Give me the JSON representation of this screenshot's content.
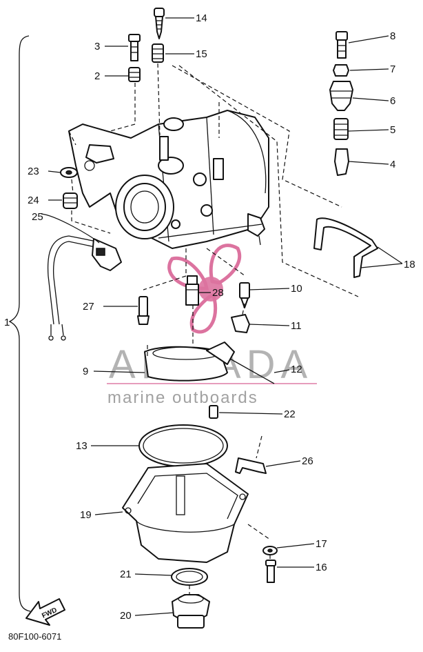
{
  "diagram": {
    "code": "80F100-6071",
    "group_label": "1",
    "fwd_label": "FWD",
    "watermark": {
      "brand": "ARMADA",
      "tagline": "marine outboards",
      "accent_color": "#d65b8f"
    },
    "callouts": [
      {
        "id": "c2",
        "label": "2"
      },
      {
        "id": "c3",
        "label": "3"
      },
      {
        "id": "c4",
        "label": "4"
      },
      {
        "id": "c5",
        "label": "5"
      },
      {
        "id": "c6",
        "label": "6"
      },
      {
        "id": "c7",
        "label": "7"
      },
      {
        "id": "c8",
        "label": "8"
      },
      {
        "id": "c9",
        "label": "9"
      },
      {
        "id": "c10",
        "label": "10"
      },
      {
        "id": "c11",
        "label": "11"
      },
      {
        "id": "c12",
        "label": "12"
      },
      {
        "id": "c13",
        "label": "13"
      },
      {
        "id": "c14",
        "label": "14"
      },
      {
        "id": "c15",
        "label": "15"
      },
      {
        "id": "c16",
        "label": "16"
      },
      {
        "id": "c17",
        "label": "17"
      },
      {
        "id": "c18",
        "label": "18"
      },
      {
        "id": "c19",
        "label": "19"
      },
      {
        "id": "c20",
        "label": "20"
      },
      {
        "id": "c21",
        "label": "21"
      },
      {
        "id": "c22",
        "label": "22"
      },
      {
        "id": "c23",
        "label": "23"
      },
      {
        "id": "c24",
        "label": "24"
      },
      {
        "id": "c25",
        "label": "25"
      },
      {
        "id": "c26",
        "label": "26"
      },
      {
        "id": "c27",
        "label": "27"
      },
      {
        "id": "c28",
        "label": "28"
      }
    ]
  }
}
